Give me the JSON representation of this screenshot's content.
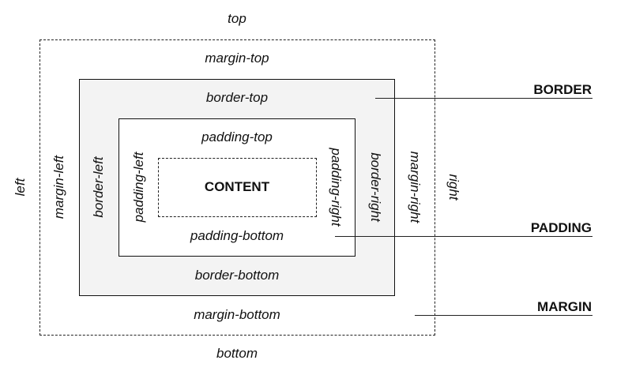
{
  "title": "CSS Box Model",
  "outer": {
    "top": "top",
    "right": "right",
    "bottom": "bottom",
    "left": "left"
  },
  "margin": {
    "top": "margin-top",
    "right": "margin-right",
    "bottom": "margin-bottom",
    "left": "margin-left"
  },
  "border": {
    "top": "border-top",
    "right": "border-right",
    "bottom": "border-bottom",
    "left": "border-left"
  },
  "padding": {
    "top": "padding-top",
    "right": "padding-right",
    "bottom": "padding-bottom",
    "left": "padding-left"
  },
  "content": {
    "label": "CONTENT"
  },
  "legend": {
    "border": "BORDER",
    "padding": "PADDING",
    "margin": "MARGIN"
  },
  "colors": {
    "border_fill": "#f3f3f3",
    "lines": "#222222"
  }
}
